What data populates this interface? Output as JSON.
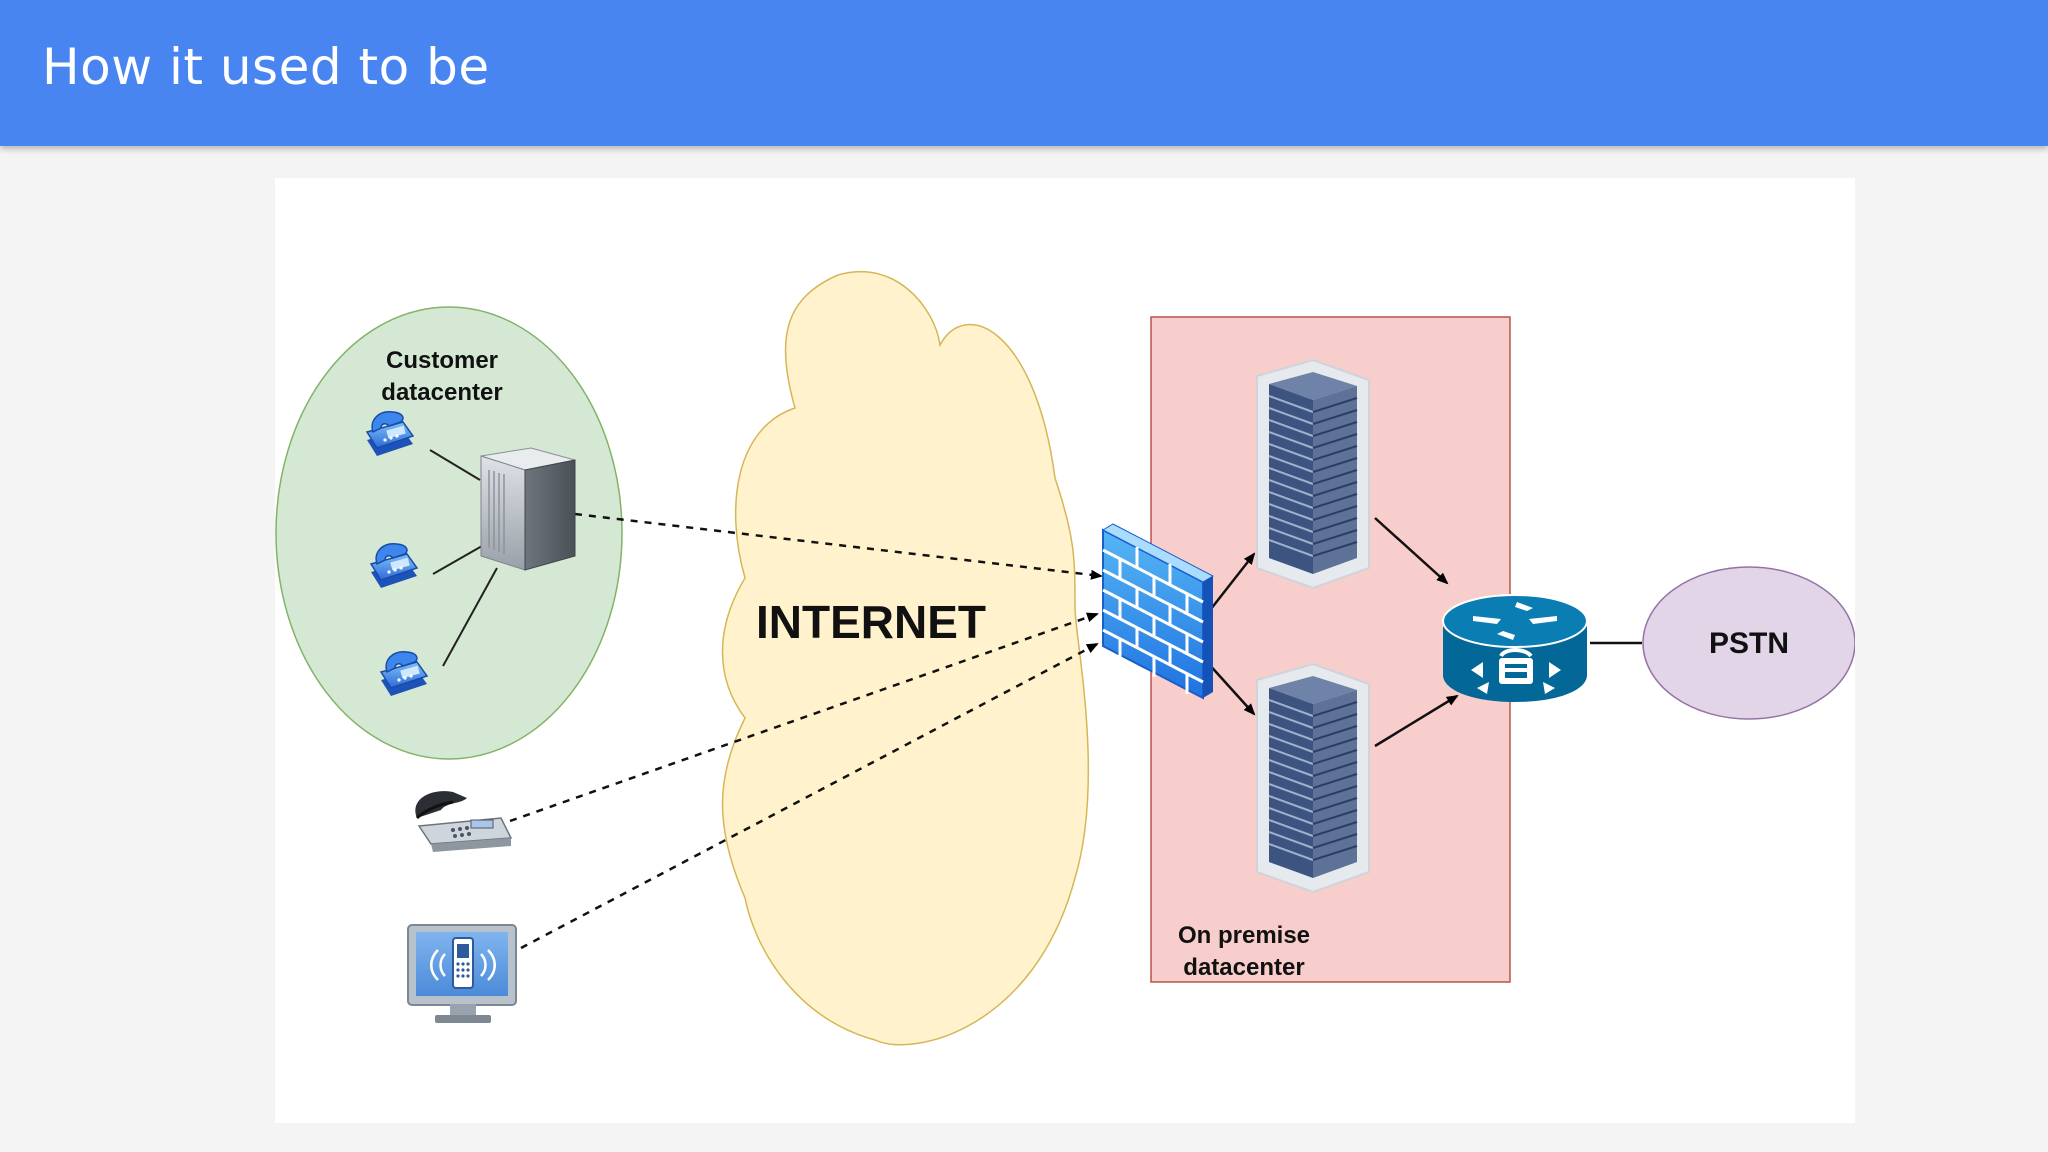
{
  "slide": {
    "title": "How it used to be"
  },
  "diagram": {
    "customer_label_line1": "Customer",
    "customer_label_line2": "datacenter",
    "internet_label": "INTERNET",
    "onprem_label_line1": "On premise",
    "onprem_label_line2": "datacenter",
    "pstn_label": "PSTN"
  },
  "icons": {
    "customer_phones": "ip-phone-icon",
    "customer_server": "tower-server-icon",
    "desk_phone": "desk-phone-icon",
    "softphone": "softphone-monitor-icon",
    "firewall": "firewall-icon",
    "rack_servers": "rack-server-icon",
    "voice_router": "voice-router-icon"
  },
  "colors": {
    "header_bg": "#4885f1",
    "customer_zone_fill": "#d5e8d4",
    "customer_zone_stroke": "#82b366",
    "internet_cloud_fill": "#fff2cc",
    "internet_cloud_stroke": "#d6b656",
    "onprem_zone_fill": "#f8cecc",
    "onprem_zone_stroke": "#b85450",
    "pstn_fill": "#e1d5e7",
    "pstn_stroke": "#9673a6",
    "router_fill": "#036897"
  }
}
